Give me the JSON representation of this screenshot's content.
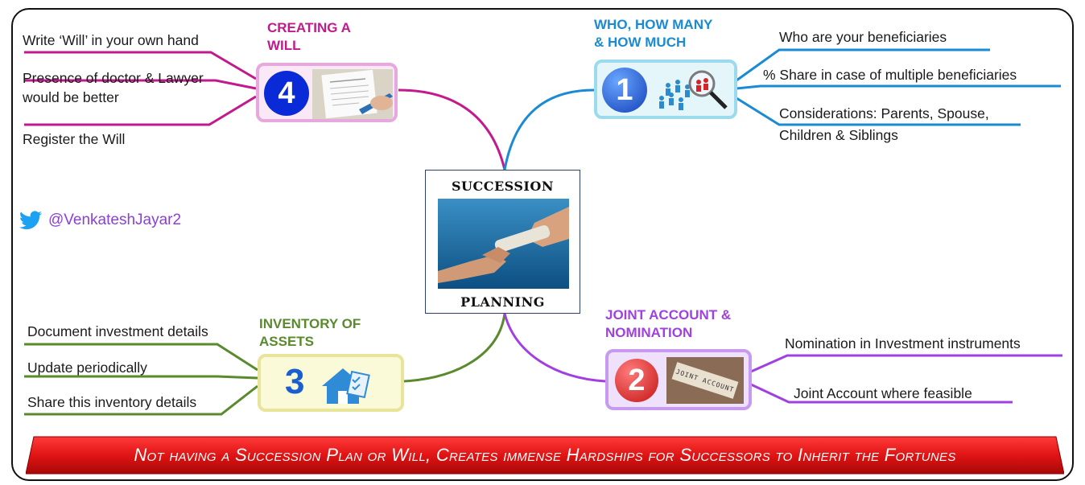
{
  "center": {
    "top": "SUCCESSION",
    "bottom": "PLANNING"
  },
  "branches": {
    "who": {
      "number": "1",
      "title_line1": "WHO, HOW MANY",
      "title_line2": "& HOW MUCH",
      "color": "#1a8ad4",
      "items": [
        "Who are your beneficiaries",
        "% Share in case of multiple beneficiaries",
        "Considerations: Parents, Spouse,",
        "Children & Siblings"
      ]
    },
    "joint": {
      "number": "2",
      "title_line1": "JOINT ACCOUNT &",
      "title_line2": "NOMINATION",
      "color": "#a040e0",
      "items": [
        "Nomination in Investment instruments",
        "Joint Account where feasible"
      ],
      "tile_text": "JOINT ACCOUNT"
    },
    "inventory": {
      "number": "3",
      "title_line1": "INVENTORY OF",
      "title_line2": "ASSETS",
      "color": "#5a8a2e",
      "items": [
        "Document investment details",
        "Update periodically",
        "Share this inventory details"
      ]
    },
    "will": {
      "number": "4",
      "title_line1": "CREATING A",
      "title_line2": "WILL",
      "color": "#c21a8c",
      "items": [
        "Write ‘Will’ in your own hand",
        "Presence of doctor & Lawyer",
        "would be better",
        "Register the Will"
      ]
    }
  },
  "twitter": {
    "handle": "@VenkateshJayar2"
  },
  "banner": {
    "text": "Not having a Succession Plan or Will, Creates immense Hardships for Successors to Inherit the Fortunes"
  },
  "colors": {
    "banner_red": "#e11b1b",
    "frame": "#111111"
  }
}
